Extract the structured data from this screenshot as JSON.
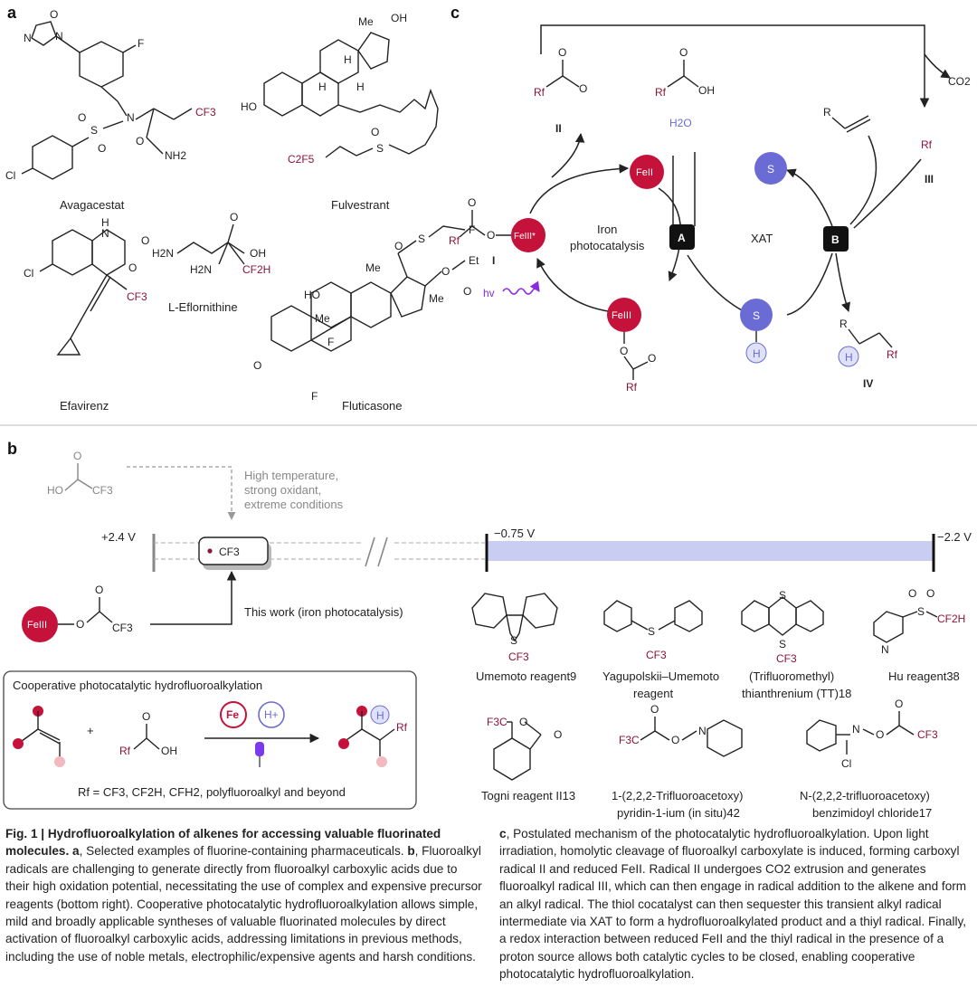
{
  "panels": {
    "a": "a",
    "b": "b",
    "c": "c"
  },
  "drugs": {
    "avagacestat": "Avagacestat",
    "fulvestrant": "Fulvestrant",
    "eflornithine": "L-Eflornithine",
    "efavirenz": "Efavirenz",
    "fluticasone": "Fluticasone"
  },
  "atoms": {
    "F": "F",
    "N": "N",
    "O": "O",
    "S": "S",
    "H": "H",
    "HO": "HO",
    "OH": "OH",
    "Cl": "Cl",
    "CF3": "CF3",
    "NH2": "NH2",
    "H2N": "H2N",
    "CF2H": "CF2H",
    "C2F5": "C2F5",
    "Me": "Me",
    "Et": "Et",
    "F3C": "F3C"
  },
  "mechanism": {
    "species_II": "II",
    "species_III": "III",
    "species_IV": "IV",
    "species_I": "I",
    "rf": "Rf",
    "water": "H2O",
    "co2": "CO2",
    "r": "R",
    "fe_II": "FeII",
    "fe_III": "FeIII",
    "fe_III_star": "FeIII*",
    "iron_photocatalysis": [
      "Iron",
      "photocatalysis"
    ],
    "xat": "XAT",
    "node_a": "A",
    "node_b": "B",
    "hv": "hv",
    "s_radical": "S",
    "s_thiol": "S",
    "h": "H"
  },
  "panel_b": {
    "conditions": [
      "High temperature,",
      "strong oxidant,",
      "extreme conditions"
    ],
    "potential_high": "+2.4 V",
    "potential_mid": "−0.75 V",
    "potential_low": "−2.2 V",
    "radical_label": "CF3",
    "this_work": "This work (iron photocatalysis)",
    "reagents": [
      {
        "name": [
          "Umemoto reagent9"
        ]
      },
      {
        "name": [
          "Yagupolskii–Umemoto",
          "reagent"
        ]
      },
      {
        "name": [
          "(Trifluoromethyl)",
          "thianthrenium (TT)18"
        ]
      },
      {
        "name": [
          "Hu reagent38"
        ]
      },
      {
        "name": [
          "Togni reagent II13"
        ]
      },
      {
        "name": [
          "1-(2,2,2-Trifluoroacetoxy)",
          "pyridin-1-ium (in situ)42"
        ]
      },
      {
        "name": [
          "N-(2,2,2-trifluoroacetoxy)",
          "benzimidoyl chloride17"
        ]
      }
    ],
    "coop_box_title": "Cooperative photocatalytic hydrofluoroalkylation",
    "coop_fe": "Fe",
    "coop_h": "H+",
    "rf_definition": "Rf = CF3, CF2H, CFH2, polyfluoroalkyl and beyond"
  },
  "caption_left": {
    "fig_label": "Fig. 1 |",
    "fig_title": "Hydrofluoroalkylation of alkenes for accessing valuable fluorinated molecules.",
    "a_letter": "a",
    "a_text": ", Selected examples of fluorine-containing pharmaceuticals.",
    "b_letter": "b",
    "b_text": ", Fluoroalkyl radicals are challenging to generate directly from fluoroalkyl carboxylic acids due to their high oxidation potential, necessitating the use of complex and expensive precursor reagents (bottom right). Cooperative photocatalytic hydrofluoroalkylation allows simple, mild and broadly applicable syntheses of valuable fluorinated molecules by direct activation of fluoroalkyl carboxylic acids, addressing limitations in previous methods, including the use of noble metals, electrophilic/expensive agents and harsh conditions."
  },
  "caption_right": {
    "c_letter": "c",
    "c_text": ", Postulated mechanism of the photocatalytic hydrofluoroalkylation. Upon light irradiation, homolytic cleavage of fluoroalkyl carboxylate is induced, forming carboxyl radical II and reduced FeII. Radical II undergoes CO2 extrusion and generates fluoroalkyl radical III, which can then engage in radical addition to the alkene and form an alkyl radical. The thiol cocatalyst can then sequester this transient alkyl radical intermediate via XAT to form a hydrofluoroalkylated product and a thiyl radical. Finally, a redox interaction between reduced FeII and the thiyl radical in the presence of a proton source allows both catalytic cycles to be closed, enabling cooperative photocatalytic hydrofluoroalkylation."
  },
  "colors": {
    "accent_red": "#c4123a",
    "rf_text": "#8a1538",
    "thiol_blue": "#6b6bd6",
    "bar_lavender": "#c9cdf2",
    "light_blue_h": "#dfe2f7",
    "pink": "#f2b9bf"
  }
}
